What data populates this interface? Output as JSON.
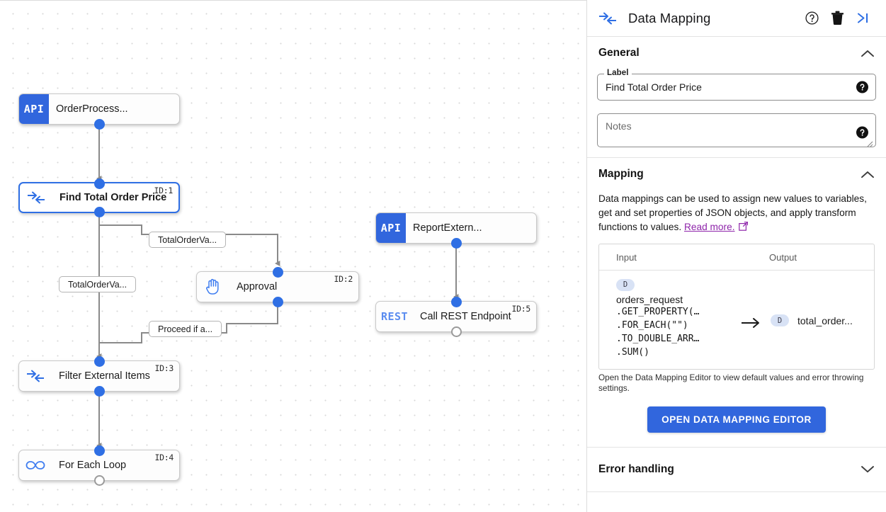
{
  "canvas": {
    "nodes": [
      {
        "id": "n-orderprocess",
        "badge": "API",
        "icon": "api-badge",
        "title": "OrderProcess...",
        "nid": "",
        "selected": false
      },
      {
        "id": "n-find-total",
        "badge": "",
        "icon": "mapping-icon",
        "title": "Find Total Order Price",
        "nid": "ID:1",
        "selected": true
      },
      {
        "id": "n-approval",
        "badge": "",
        "icon": "hand-icon",
        "title": "Approval",
        "nid": "ID:2",
        "selected": false
      },
      {
        "id": "n-filter",
        "badge": "",
        "icon": "mapping-icon",
        "title": "Filter External Items",
        "nid": "ID:3",
        "selected": false
      },
      {
        "id": "n-foreach",
        "badge": "",
        "icon": "infinity-icon",
        "title": "For Each Loop",
        "nid": "ID:4",
        "selected": false
      },
      {
        "id": "n-reportextern",
        "badge": "API",
        "icon": "api-badge",
        "title": "ReportExtern...",
        "nid": "",
        "selected": false
      },
      {
        "id": "n-callrest",
        "badge": "REST",
        "icon": "rest-badge",
        "title": "Call REST Endpoint",
        "nid": "ID:5",
        "selected": false
      }
    ],
    "edge_labels": [
      {
        "id": "lbl-total-1",
        "text": "TotalOrderVa..."
      },
      {
        "id": "lbl-total-2",
        "text": "TotalOrderVa..."
      },
      {
        "id": "lbl-proceed",
        "text": "Proceed if a..."
      }
    ]
  },
  "panel": {
    "header": {
      "title": "Data Mapping",
      "icon": "data-mapping-icon",
      "actions": [
        {
          "name": "help-icon",
          "label": "Help"
        },
        {
          "name": "delete-icon",
          "label": "Delete"
        },
        {
          "name": "collapse-panel-icon",
          "label": "Collapse panel"
        }
      ]
    },
    "general": {
      "title": "General",
      "expanded": true,
      "label_legend": "Label",
      "label_value": "Find Total Order Price",
      "notes_placeholder": "Notes"
    },
    "mapping": {
      "title": "Mapping",
      "expanded": true,
      "description": "Data mappings can be used to assign new values to variables, get and set properties of JSON objects, and apply transform functions to values.",
      "link_text": "Read more.",
      "link_color": "#8e24aa",
      "table": {
        "columns": [
          "Input",
          "Output"
        ],
        "rows": [
          {
            "input_badge": "D",
            "input_variable": "orders_request",
            "input_chain": [
              ".GET_PROPERTY(…",
              ".FOR_EACH(\"\")",
              ".TO_DOUBLE_ARR…",
              ".SUM()"
            ],
            "arrow": "→",
            "output_badge": "D",
            "output_variable": "total_order..."
          }
        ]
      },
      "hint": "Open the Data Mapping Editor to view default values and error throwing settings.",
      "button_label": "OPEN DATA MAPPING EDITOR",
      "button_color": "#3166dd"
    },
    "error_handling": {
      "title": "Error handling",
      "expanded": false
    }
  }
}
